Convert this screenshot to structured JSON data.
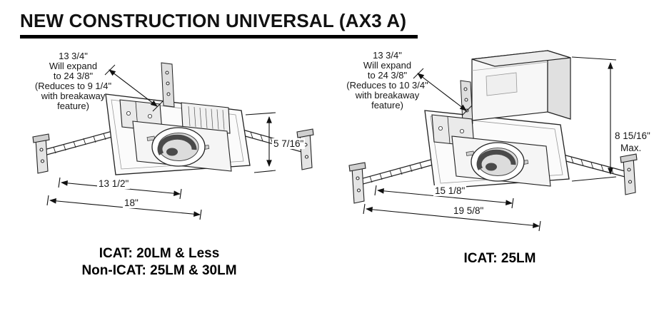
{
  "header": {
    "title": "NEW CONSTRUCTION UNIVERSAL (AX3 A)"
  },
  "left_unit": {
    "expand_note": [
      "13 3/4\"",
      "Will expand",
      "to 24 3/8\"",
      "(Reduces to 9 1/4\"",
      "with breakaway",
      "feature)"
    ],
    "height_dim": "5 7/16\"",
    "pan_width_dim": "13 1/2\"",
    "overall_width_dim": "18\"",
    "caption": [
      "ICAT: 20LM & Less",
      "Non-ICAT: 25LM & 30LM"
    ]
  },
  "right_unit": {
    "expand_note": [
      "13 3/4\"",
      "Will expand",
      "to 24 3/8\"",
      "(Reduces to 10 3/4\"",
      "with breakaway",
      "feature)"
    ],
    "height_dim": "8 15/16\"",
    "height_dim_note": "Max.",
    "pan_width_dim": "15 1/8\"",
    "overall_width_dim": "19 5/8\"",
    "caption": [
      "ICAT: 25LM"
    ]
  }
}
